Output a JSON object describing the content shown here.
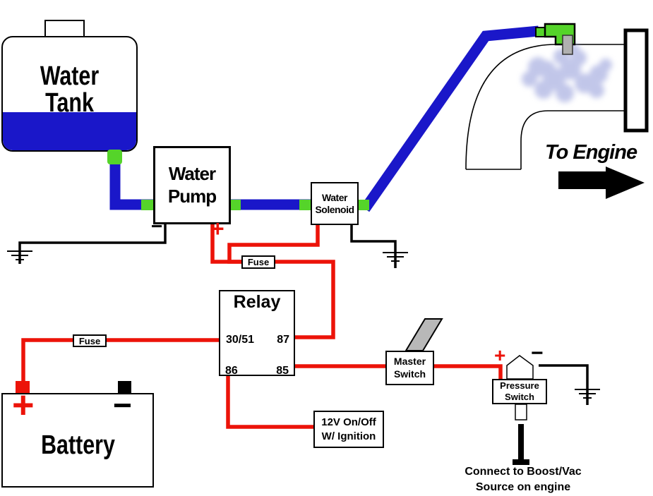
{
  "colors": {
    "hose_blue": "#1a17c9",
    "tank_water_blue": "#1a17c9",
    "connector_green": "#55d42a",
    "wire_red": "#ec1309",
    "wire_black": "#000000",
    "lever_gray": "#b8b8b8",
    "spray_blue": "#8f98d8"
  },
  "tank": {
    "label": "Water Tank"
  },
  "pump": {
    "line1": "Water",
    "line2": "Pump",
    "plus": "+",
    "minus": "−"
  },
  "solenoid": {
    "line1": "Water",
    "line2": "Solenoid"
  },
  "fuses": {
    "top": "Fuse",
    "battery": "Fuse"
  },
  "relay": {
    "title": "Relay",
    "t30_51": "30/51",
    "t87": "87",
    "t86": "86",
    "t85": "85"
  },
  "battery": {
    "label": "Battery",
    "plus": "+",
    "minus": "−"
  },
  "master_switch": {
    "line1": "Master",
    "line2": "Switch"
  },
  "pressure_switch": {
    "line1": "Pressure",
    "line2": "Switch",
    "plus": "+",
    "minus": "−"
  },
  "ignition_source": {
    "line1": "12V On/Off",
    "line2": "W/ Ignition"
  },
  "engine": {
    "label": "To Engine"
  },
  "boost_note": {
    "line1": "Connect to Boost/Vac",
    "line2": "Source on engine"
  }
}
